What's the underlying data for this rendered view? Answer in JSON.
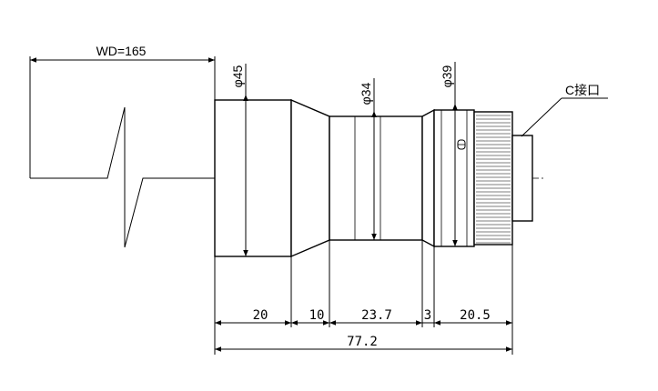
{
  "working_distance": {
    "label": "WD=165"
  },
  "diameters": [
    {
      "label": "φ45"
    },
    {
      "label": "φ34"
    },
    {
      "label": "φ39"
    }
  ],
  "mount": {
    "label": "C接口"
  },
  "segments": [
    {
      "label": "20"
    },
    {
      "label": "10"
    },
    {
      "label": "23.7"
    },
    {
      "label": "3"
    },
    {
      "label": "20.5"
    }
  ],
  "total_length": {
    "label": "77.2"
  }
}
